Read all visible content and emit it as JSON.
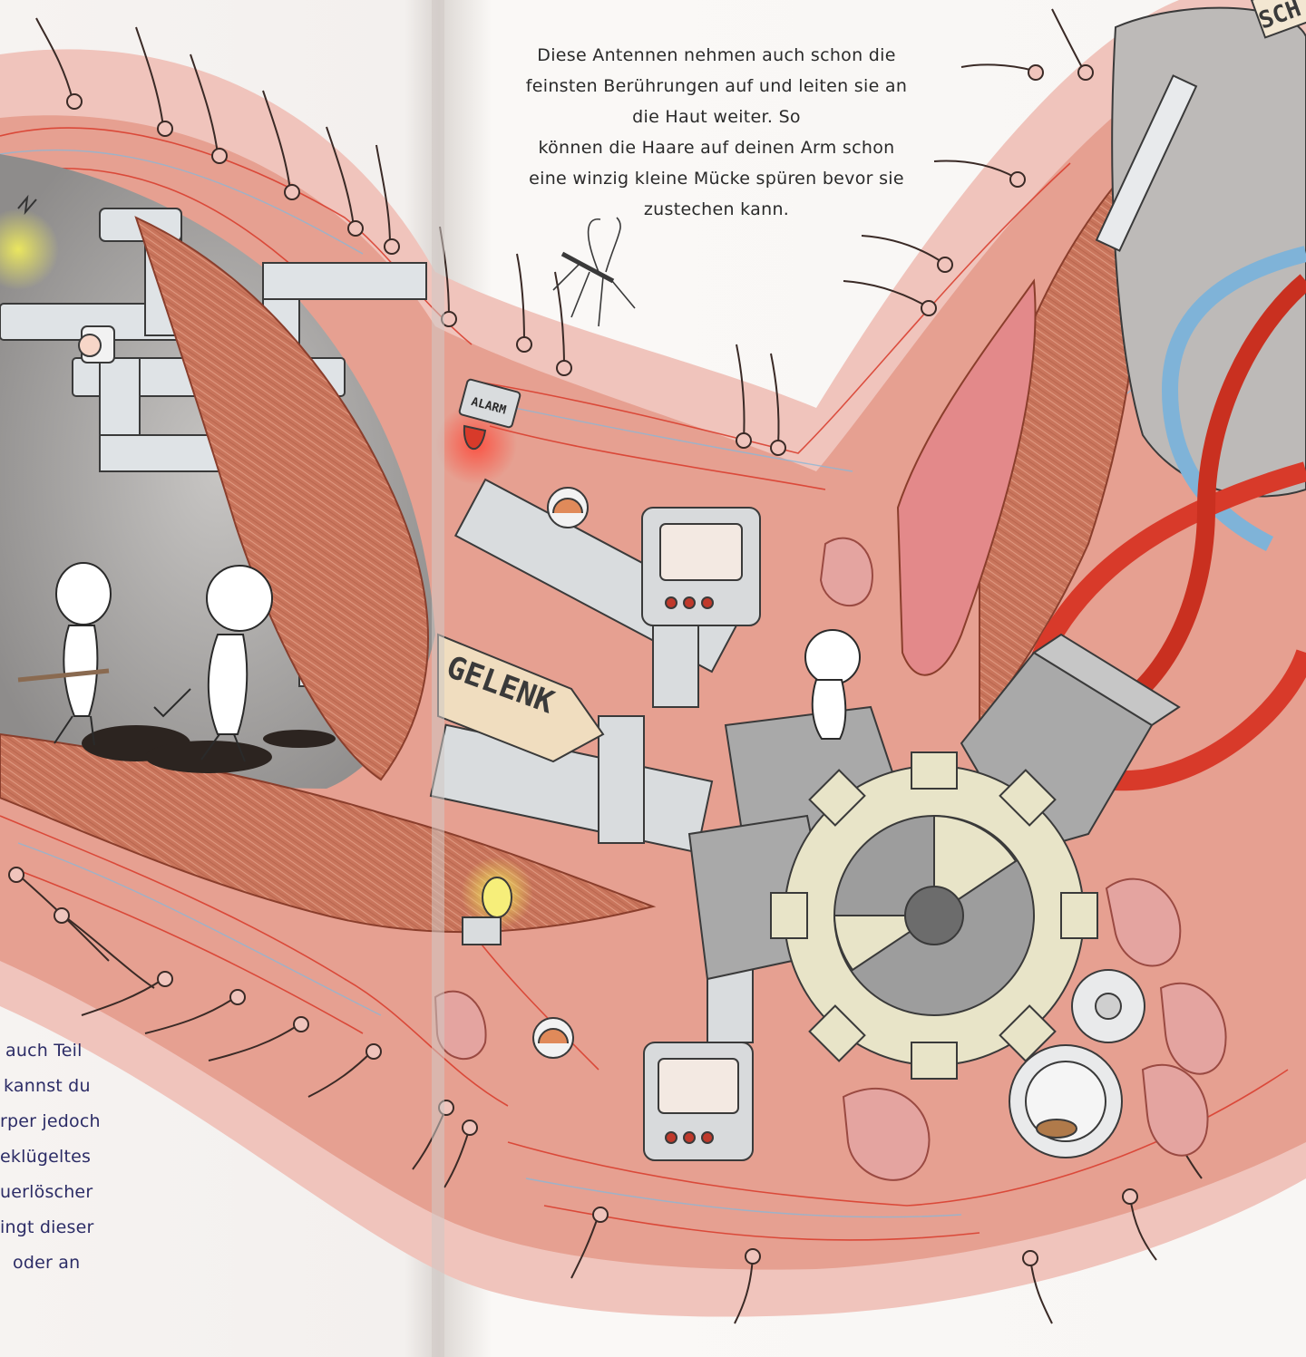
{
  "page": {
    "caption_top": [
      "Diese Antennen nehmen auch schon die",
      "feinsten Berührungen auf und leiten sie an",
      "die Haut weiter. So",
      "können die Haare auf deinen Arm schon",
      "eine winzig kleine Mücke spüren bevor sie",
      "zustechen kann."
    ],
    "caption_left": [
      "auch Teil",
      "kannst du",
      "rper jedoch",
      "eklügeltes",
      "uerlöscher",
      "ingt dieser",
      "oder an"
    ],
    "labels": {
      "alarm": "ALARM",
      "gelenk": "GELENK",
      "top_right_sign": "SCH"
    }
  },
  "colors": {
    "paper": "#fbf8f5",
    "skin": "#f0c4bc",
    "muscle": "#c9755c",
    "vessel_red": "#d83a2a",
    "vessel_blue": "#8bb6d6",
    "pipe": "#c8cccf",
    "machine_gray": "#a9a9a9",
    "gear": "#e8e4c8",
    "text_dark": "#2a2a2a",
    "text_blue": "#2c2c66"
  }
}
